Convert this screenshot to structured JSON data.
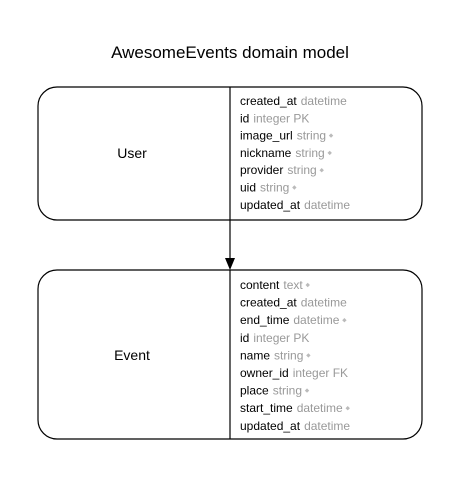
{
  "diagram": {
    "title": "AwesomeEvents domain model",
    "colors": {
      "line": "#000000",
      "attr_type": "#999999",
      "marker": "#bbbbbb",
      "background": "#ffffff"
    },
    "entities": [
      {
        "name": "User",
        "attributes": [
          {
            "name": "created_at",
            "type": "datetime",
            "required": false
          },
          {
            "name": "id",
            "type": "integer PK",
            "required": false
          },
          {
            "name": "image_url",
            "type": "string",
            "required": true
          },
          {
            "name": "nickname",
            "type": "string",
            "required": true
          },
          {
            "name": "provider",
            "type": "string",
            "required": true
          },
          {
            "name": "uid",
            "type": "string",
            "required": true
          },
          {
            "name": "updated_at",
            "type": "datetime",
            "required": false
          }
        ]
      },
      {
        "name": "Event",
        "attributes": [
          {
            "name": "content",
            "type": "text",
            "required": true
          },
          {
            "name": "created_at",
            "type": "datetime",
            "required": false
          },
          {
            "name": "end_time",
            "type": "datetime",
            "required": true
          },
          {
            "name": "id",
            "type": "integer PK",
            "required": false
          },
          {
            "name": "name",
            "type": "string",
            "required": true
          },
          {
            "name": "owner_id",
            "type": "integer FK",
            "required": false
          },
          {
            "name": "place",
            "type": "string",
            "required": true
          },
          {
            "name": "start_time",
            "type": "datetime",
            "required": true
          },
          {
            "name": "updated_at",
            "type": "datetime",
            "required": false
          }
        ]
      }
    ],
    "relationships": [
      {
        "from": "User",
        "to": "Event"
      }
    ]
  }
}
